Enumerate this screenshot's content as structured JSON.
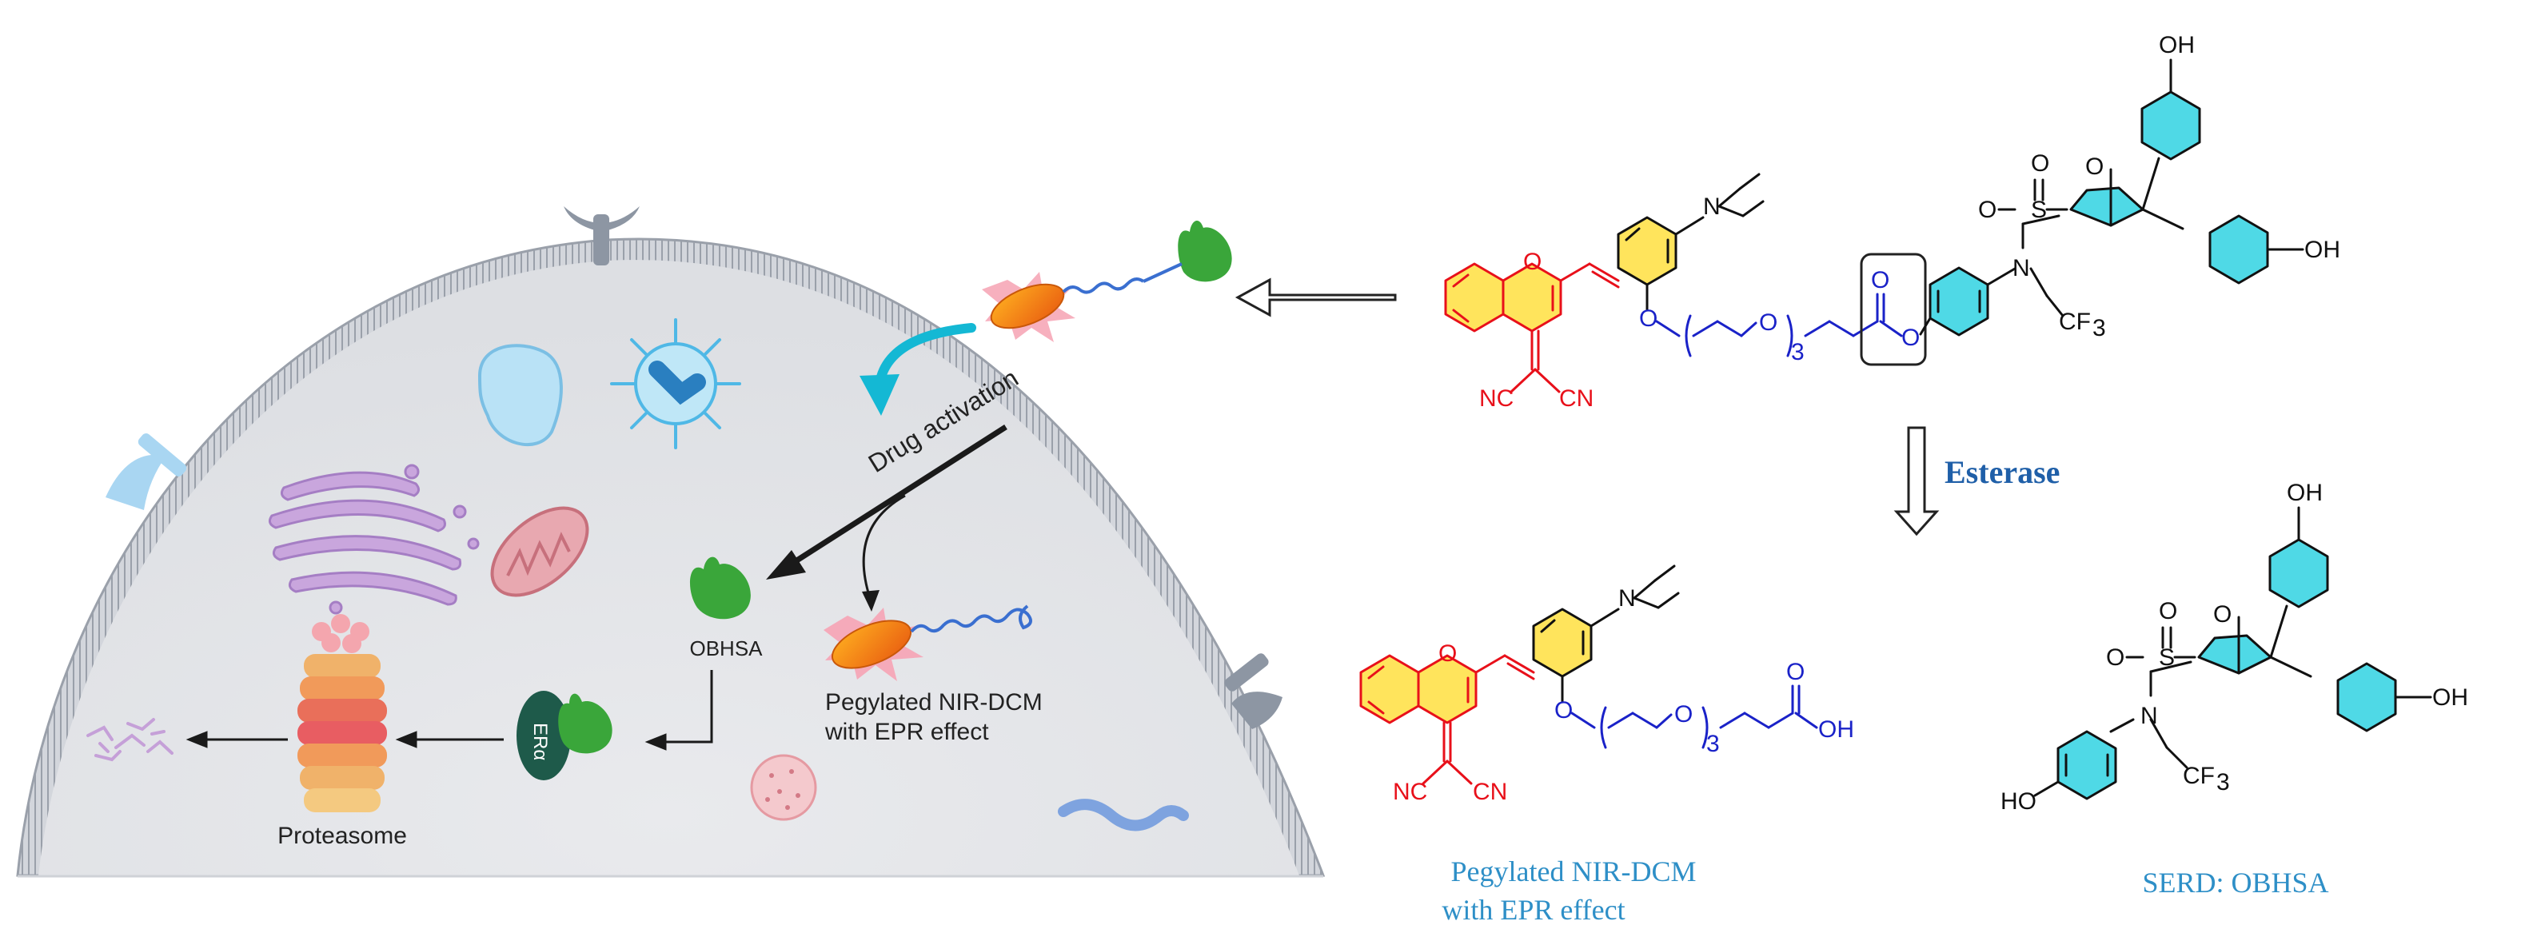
{
  "cell_panel": {
    "drug_activation_label": "Drug activation",
    "obhsa_label": "OBHSA",
    "era_label": "ERα",
    "proteasome_label": "Proteasome",
    "probe_label_line1": "Pegylated NIR-DCM",
    "probe_label_line2": "with EPR effect"
  },
  "reaction": {
    "enzyme_label": "Esterase",
    "product1_caption_line1": "Pegylated NIR-DCM",
    "product1_caption_line2": "with EPR effect",
    "product2_caption": "SERD: OBHSA"
  },
  "atoms": {
    "O": "O",
    "N": "N",
    "S": "S",
    "OH": "OH",
    "HO": "HO",
    "NC": "NC",
    "CN": "CN",
    "CF3": "CF",
    "sub3": "3"
  },
  "colors": {
    "fluorophore": "#e8101a",
    "linker": "#1a22c8",
    "drug": "#000000",
    "highlight_yellow": "#ffe45c",
    "highlight_cyan": "#4fd9e6",
    "caption_blue": "#2e8fc7",
    "enzyme_blue": "#1f5fa8",
    "cell_fill": "#e4e5e9",
    "membrane": "#bfc4cc",
    "activation_arrow": "#14b8d4"
  }
}
